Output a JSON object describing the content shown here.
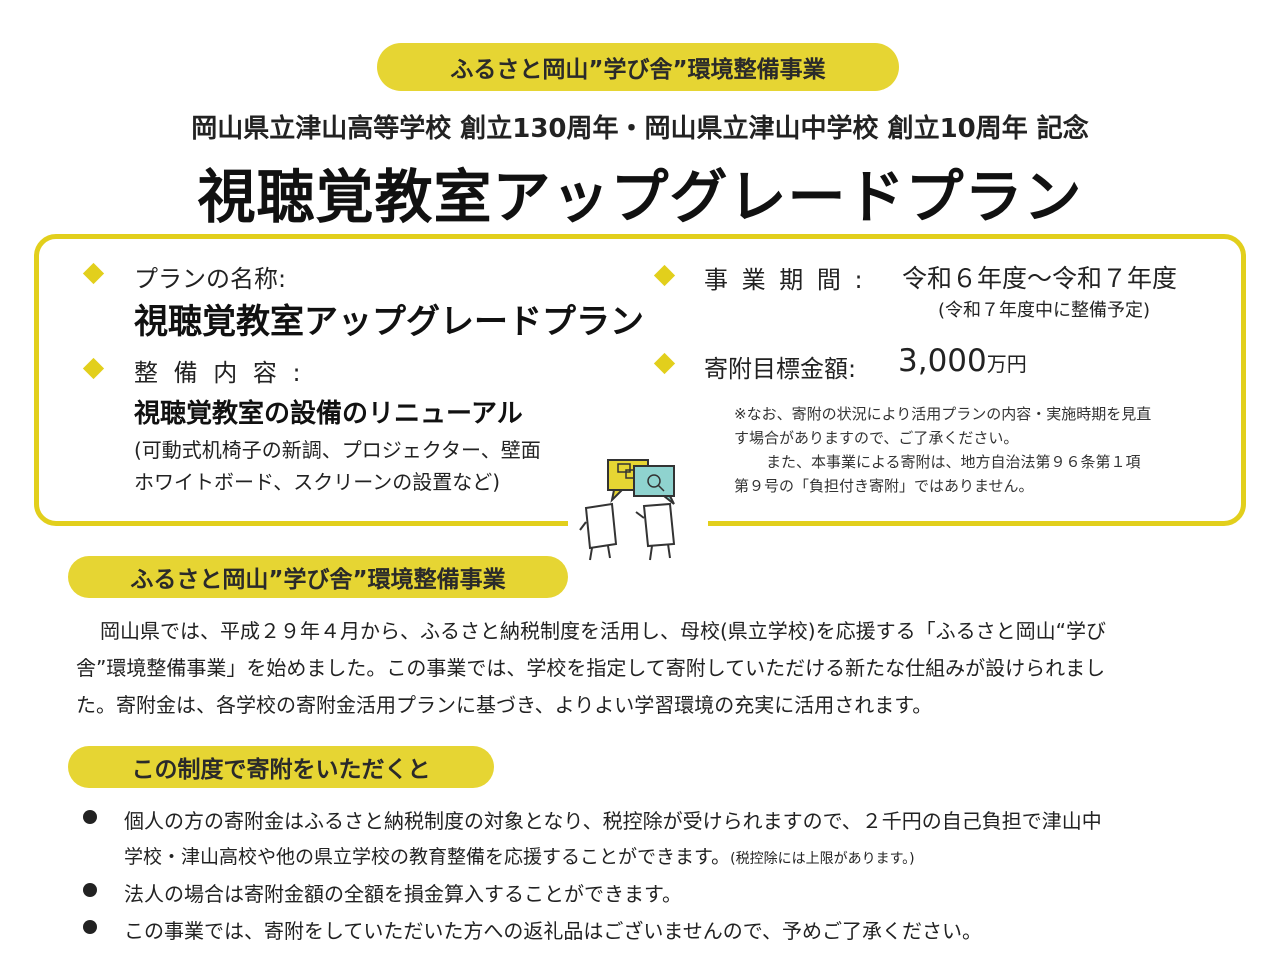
{
  "top_pill": "ふるさと岡山”学び舎”環境整備事業",
  "subtitle": "岡山県立津山高等学校 創立130周年・岡山県立津山中学校 創立10周年 記念",
  "main_title": "視聴覚教室アップグレードプラン",
  "plan": {
    "name_label": "プランの名称:",
    "name_value": "視聴覚教室アップグレードプラン",
    "content_label": "整 備 内 容 :",
    "content_value": "視聴覚教室の設備のリニューアル",
    "content_detail_1": "(可動式机椅子の新調、プロジェクター、壁面",
    "content_detail_2": "ホワイトボード、スクリーンの設置など)",
    "period_label": "事 業 期 間 :",
    "period_value": "令和６年度〜令和７年度",
    "period_note": "(令和７年度中に整備予定)",
    "goal_label": "寄附目標金額:",
    "goal_amount": "3,000",
    "goal_unit": "万円",
    "note_1": "※なお、寄附の状況により活用プランの内容・実施時期を見直",
    "note_2": "す場合がありますので、ご了承ください。",
    "note_3": "また、本事業による寄附は、地方自治法第９６条第１項",
    "note_4": "第９号の「負担付き寄附」ではありません。"
  },
  "section1": {
    "heading": "ふるさと岡山”学び舎”環境整備事業",
    "line_1": "岡山県では、平成２９年４月から、ふるさと納税制度を活用し、母校(県立学校)を応援する「ふるさと岡山“学び",
    "line_2": "舎”環境整備事業」を始めました。この事業では、学校を指定して寄附していただける新たな仕組みが設けられまし",
    "line_3": "た。寄附金は、各学校の寄附金活用プランに基づき、よりよい学習環境の充実に活用されます。"
  },
  "section2": {
    "heading": "この制度で寄附をいただくと",
    "b1_line_1": "個人の方の寄附金はふるさと納税制度の対象となり、税控除が受けられますので、２千円の自己負担で津山中",
    "b1_line_2": "学校・津山高校や他の県立学校の教育整備を応援することができます。",
    "b1_small": "(税控除には上限があります。)",
    "b2": "法人の場合は寄附金額の全額を損金算入することができます。",
    "b3": "この事業では、寄附をしていただいた方への返礼品はございませんので、予めご了承ください。"
  },
  "colors": {
    "accent": "#e2cf1c",
    "pill": "#e6d533",
    "text": "#222222",
    "bubble_teal": "#8fd3cf"
  }
}
